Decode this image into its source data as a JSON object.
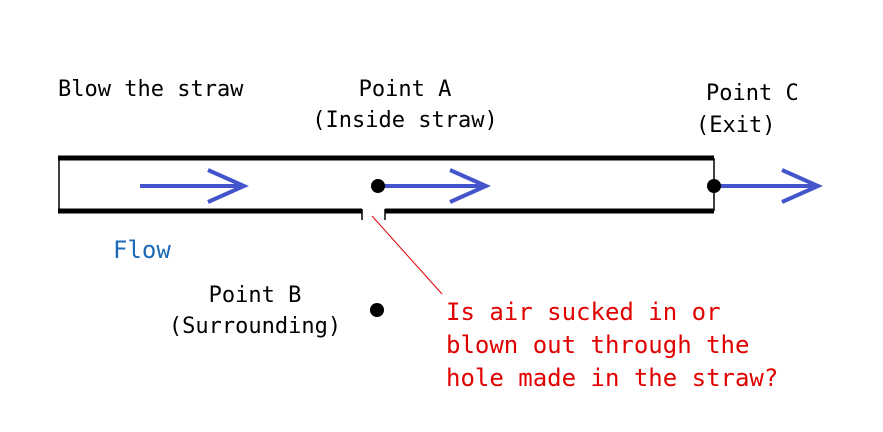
{
  "labels": {
    "blow": "Blow the straw",
    "point_a": "Point A",
    "point_a_sub": "(Inside straw)",
    "point_c": "Point C",
    "point_c_sub": "(Exit)",
    "flow": "Flow",
    "point_b": "Point B",
    "point_b_sub": "(Surrounding)",
    "question": [
      "Is air sucked in or",
      "blown out through the",
      "hole made in the straw?"
    ]
  },
  "colors": {
    "arrow": "#4455cc",
    "flow_text": "#1a6ab8",
    "question_text": "#e00000",
    "pointer_line": "#e00000",
    "straw": "#000000"
  }
}
